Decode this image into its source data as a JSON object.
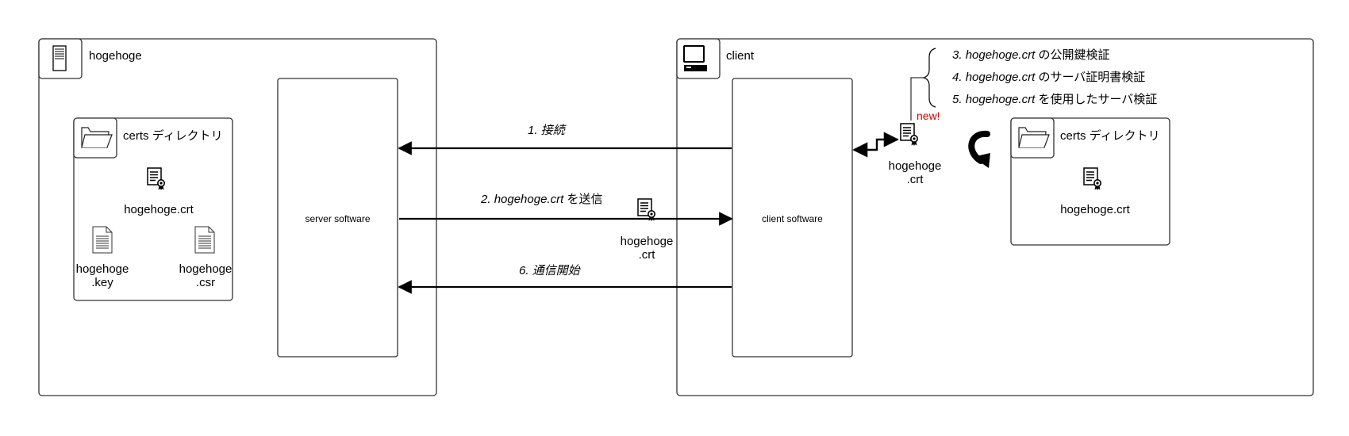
{
  "server": {
    "title": "hogehoge",
    "software_label": "server software",
    "certs_dir": {
      "title": "certs ディレクトリ",
      "cert_file": "hogehoge.crt",
      "key_file_line1": "hogehoge",
      "key_file_line2": ".key",
      "csr_file_line1": "hogehoge",
      "csr_file_line2": ".csr"
    }
  },
  "client": {
    "title": "client",
    "software_label": "client software",
    "new_cert_line1": "hogehoge",
    "new_cert_line2": ".crt",
    "new_badge": "new!",
    "certs_dir": {
      "title": "certs ディレクトリ",
      "cert_file": "hogehoge.crt"
    }
  },
  "messages": {
    "step1": "1. 接続",
    "step2_num": "2.",
    "step2_file": "hogehoge.crt",
    "step2_suffix": "を送信",
    "step2_cert_line1": "hogehoge",
    "step2_cert_line2": ".crt",
    "step6": "6. 通信開始"
  },
  "verification_steps": [
    {
      "num": "3.",
      "file": "hogehoge.crt",
      "text": "の公開鍵検証"
    },
    {
      "num": "4.",
      "file": "hogehoge.crt",
      "text": "のサーバ証明書検証"
    },
    {
      "num": "5.",
      "file": "hogehoge.crt",
      "text": "を使用したサーバ検証"
    }
  ],
  "colors": {
    "stroke": "#333333",
    "arrow": "#000000",
    "new_badge": "#e00000"
  },
  "icons": [
    "server-icon",
    "computer-icon",
    "folder-icon",
    "certificate-icon",
    "document-icon",
    "curved-arrow-icon"
  ]
}
